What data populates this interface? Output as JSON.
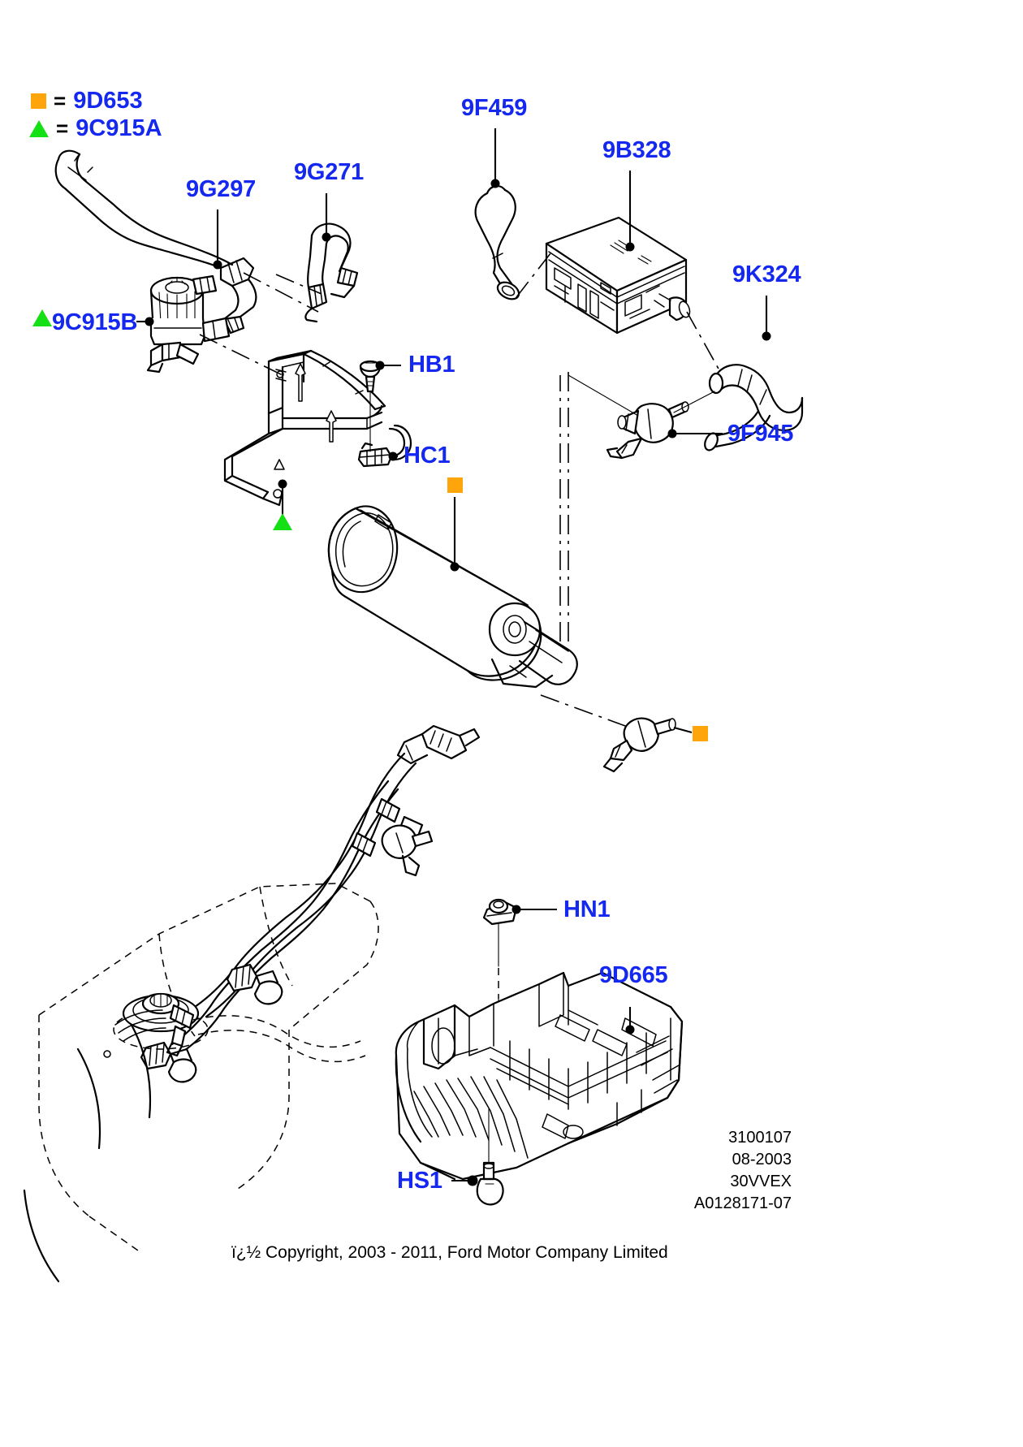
{
  "document": {
    "kind": "automotive-parts-exploded-diagram",
    "title": "Fuel Vapour Emission Control System"
  },
  "legend": {
    "rows": [
      {
        "marker": "square-orange-icon",
        "equals": "=",
        "code": "9D653",
        "color": "#FFA50C"
      },
      {
        "marker": "triangle-green-icon",
        "equals": "=",
        "code": "9C915A",
        "color": "#15E015"
      }
    ]
  },
  "labels": {
    "p9G297": "9G297",
    "p9G271": "9G271",
    "p9C915B": "9C915B",
    "p9F459": "9F459",
    "p9B328": "9B328",
    "p9K324": "9K324",
    "p9F945": "9F945",
    "pHB1": "HB1",
    "pHC1": "HC1",
    "pHN1": "HN1",
    "p9D665": "9D665",
    "pHS1": "HS1"
  },
  "footer": {
    "copyright": "ï¿½ Copyright, 2003 - 2011, Ford Motor Company Limited",
    "doc_lines": [
      "3100107",
      "08-2003",
      "30VVEX",
      "A0128171-07"
    ]
  },
  "colors": {
    "label_blue": "#1428f0",
    "marker_orange": "#FFA50C",
    "marker_green": "#15E015",
    "line_black": "#000000",
    "background": "#ffffff"
  }
}
